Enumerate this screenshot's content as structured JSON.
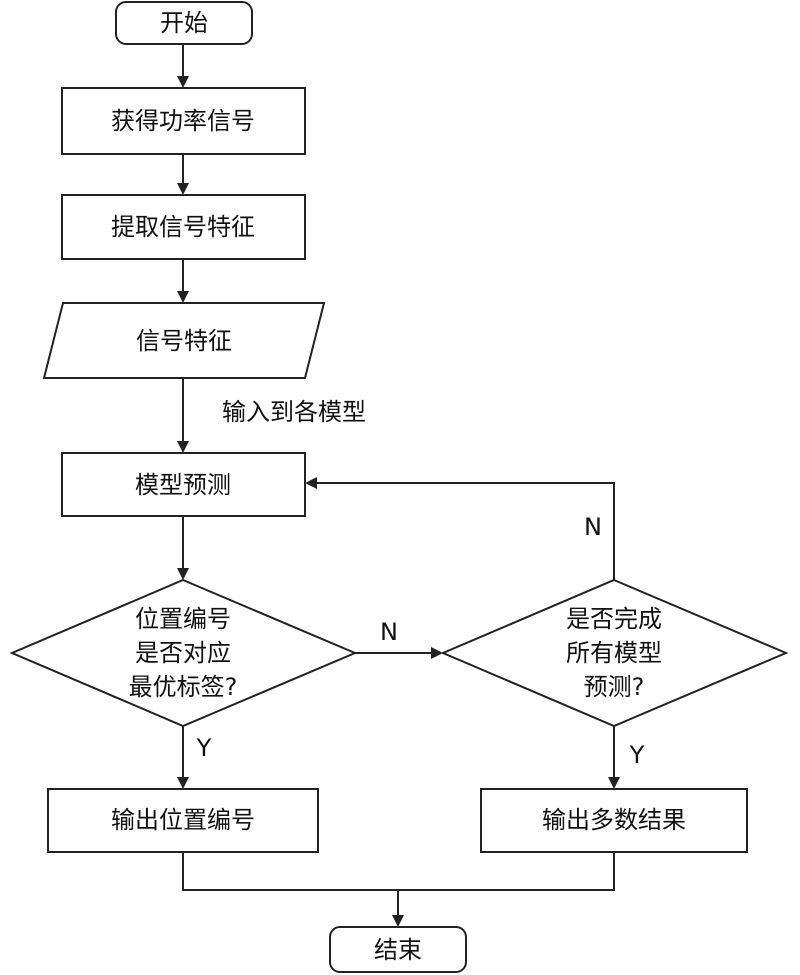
{
  "nodes": {
    "start": "开始",
    "get_power_signal": "获得功率信号",
    "extract_features": "提取信号特征",
    "signal_features": "信号特征",
    "model_predict": "模型预测",
    "decision_label": [
      "位置编号",
      "是否对应",
      "最优标签?"
    ],
    "decision_all_models": [
      "是否完成",
      "所有模型",
      "预测?"
    ],
    "output_position": "输出位置编号",
    "output_majority": "输出多数结果",
    "end": "结束"
  },
  "edge_labels": {
    "input_to_models": "输入到各模型",
    "label_no": "N",
    "label_yes": "Y",
    "all_models_no": "N",
    "all_models_yes": "Y"
  },
  "colors": {
    "stroke": "#222222",
    "text": "#111111",
    "background": "#ffffff"
  }
}
